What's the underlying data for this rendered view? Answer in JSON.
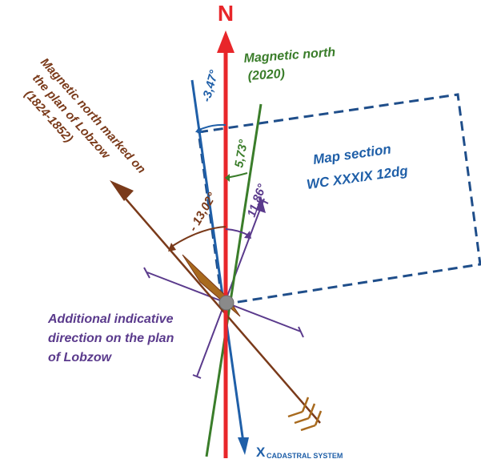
{
  "north_label": "N",
  "map_section": {
    "line1": "Map section",
    "line2": "WC XXXIX 12dg"
  },
  "magnetic_north_2020": {
    "line1": "Magnetic north",
    "line2": "(2020)"
  },
  "lobzow_magnetic_north": {
    "line1": "Magnetic north marked on",
    "line2": "the plan of Lobzow",
    "line3": "(1824-1852)"
  },
  "additional_direction": {
    "line1": "Additional indicative",
    "line2": "direction on the plan",
    "line3": "of Lobzow"
  },
  "x_axis": {
    "main": "X",
    "subscript": "CADASTRAL SYSTEM"
  },
  "angles": {
    "cadastral": "-3,47°",
    "magnetic_2020": "5,73°",
    "lobzow": "- 13,02°",
    "additional": "11,86°"
  },
  "colors": {
    "north": "#e8262a",
    "cadastral": "#1f5fa8",
    "magnetic_2020": "#3a7d2a",
    "lobzow": "#7a3a1a",
    "lobzow_arrow": "#a86a1e",
    "additional": "#5a3a8c",
    "map_section": "#1f4e8a",
    "center": "#8a8a8a"
  }
}
